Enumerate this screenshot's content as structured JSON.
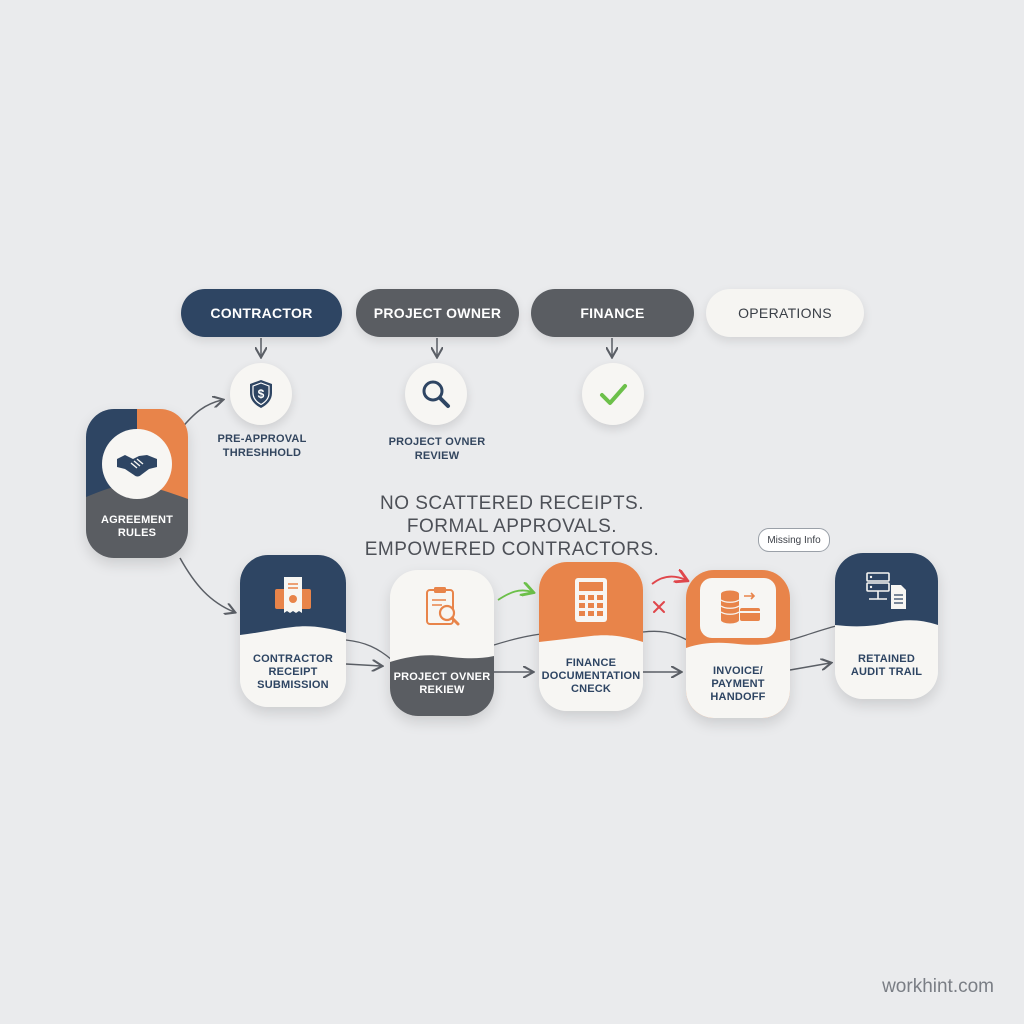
{
  "lanes": [
    {
      "label": "CONTRACTOR"
    },
    {
      "label": "PROJECT OWNER"
    },
    {
      "label": "FINANCE"
    },
    {
      "label": "OPERATIONS"
    }
  ],
  "top_steps": [
    {
      "label_line1": "PRE-APPROVAL",
      "label_line2": "THRESHHOLD",
      "icon": "shield-dollar-icon"
    },
    {
      "label_line1": "PROJECT OVNER",
      "label_line2": "REVIEW",
      "icon": "magnifier-icon"
    },
    {
      "label_line1": "",
      "label_line2": "",
      "icon": "check-icon"
    }
  ],
  "agreement": {
    "line1": "AGREEMENT",
    "line2": "RULES",
    "icon": "handshake-icon"
  },
  "tagline": {
    "line1": "NO SCATTERED RECEIPTS.",
    "line2": "FORMAL APPROVALS.",
    "line3": "EMPOWERED CONTRACTORS."
  },
  "flow_steps": [
    {
      "lines": [
        "CONTRACTOR",
        "RECEIPT",
        "SUBMISSION"
      ],
      "icon": "receipt-icon"
    },
    {
      "lines": [
        "PROJECT OVNER",
        "REKIEW"
      ],
      "icon": "clipboard-search-icon"
    },
    {
      "lines": [
        "FINANCE",
        "DOCUMENTATION",
        "CNECK"
      ],
      "icon": "calculator-icon"
    },
    {
      "lines": [
        "INVOICE/",
        "PAYMENT",
        "HANDOFF"
      ],
      "icon": "coins-card-icon"
    },
    {
      "lines": [
        "RETAINED",
        "AUDIT TRAIL"
      ],
      "icon": "server-document-icon"
    }
  ],
  "callout": {
    "text": "Missing Info"
  },
  "brand": {
    "text": "workhint.com"
  },
  "colors": {
    "navy": "#2e4563",
    "gray": "#5a5d62",
    "orange": "#e8844a",
    "light": "#f6f5f2",
    "green": "#6cc04a",
    "red": "#e0474c",
    "background": "#eaebed"
  }
}
